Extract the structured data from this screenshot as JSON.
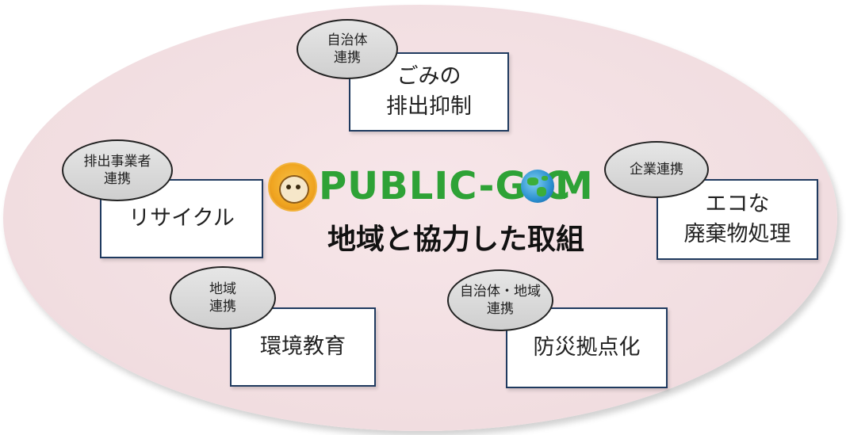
{
  "logo": {
    "name": "PUBLIC-G.COM",
    "text_left": "PUBLIC-G.C",
    "text_right": "M"
  },
  "title": "地域と協力した取組",
  "items": [
    {
      "box": "ごみの\n排出抑制",
      "tag": "自治体\n連携"
    },
    {
      "box": "リサイクル",
      "tag": "排出事業者\n連携"
    },
    {
      "box": "エコな\n廃棄物処理",
      "tag": "企業連携"
    },
    {
      "box": "環境教育",
      "tag": "地域\n連携"
    },
    {
      "box": "防災拠点化",
      "tag": "自治体・地域\n連携"
    }
  ],
  "colors": {
    "oval": "#f1dde0",
    "box_border": "#1f3a5f",
    "logo_green": "#2ea236"
  }
}
